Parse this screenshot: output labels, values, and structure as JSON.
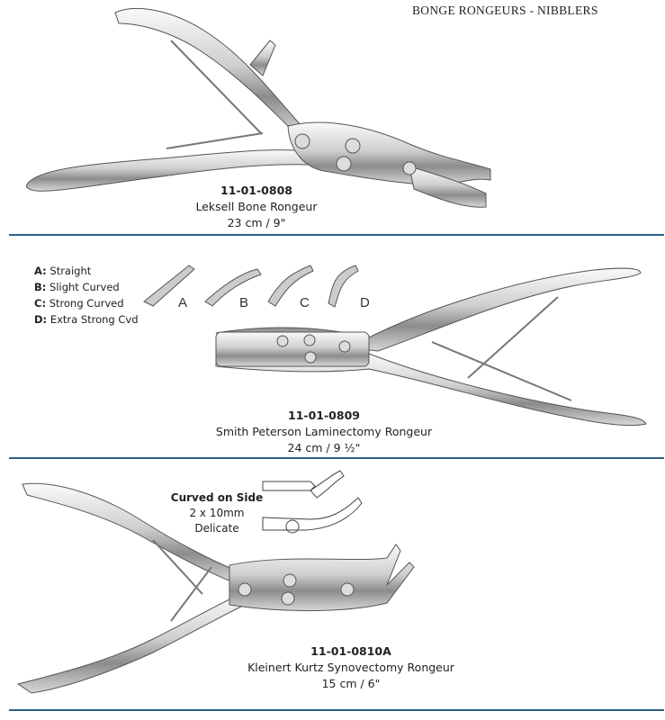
{
  "header": {
    "title": "BONGE RONGEURS - NIBBLERS"
  },
  "products": [
    {
      "code": "11-01-0808",
      "name": "Leksell Bone Rongeur",
      "size": "23 cm / 9\""
    },
    {
      "code": "11-01-0809",
      "name": "Smith Peterson Laminectomy Rongeur",
      "size": "24 cm / 9 ½\""
    },
    {
      "code": "11-01-0810A",
      "name": "Kleinert Kurtz Synovectomy Rongeur",
      "size": "15 cm / 6\""
    }
  ],
  "variants": [
    {
      "letter": "A",
      "label": "Straight"
    },
    {
      "letter": "B",
      "label": "Slight Curved"
    },
    {
      "letter": "C",
      "label": "Strong Curved"
    },
    {
      "letter": "D",
      "label": "Extra Strong Cvd"
    }
  ],
  "curve_note": {
    "title": "Curved on Side",
    "dims": "2 x 10mm",
    "type": "Delicate"
  },
  "colors": {
    "divider": "#2c5f86",
    "steel_light": "#e8e8e8",
    "steel_dark": "#6a6a6a"
  }
}
